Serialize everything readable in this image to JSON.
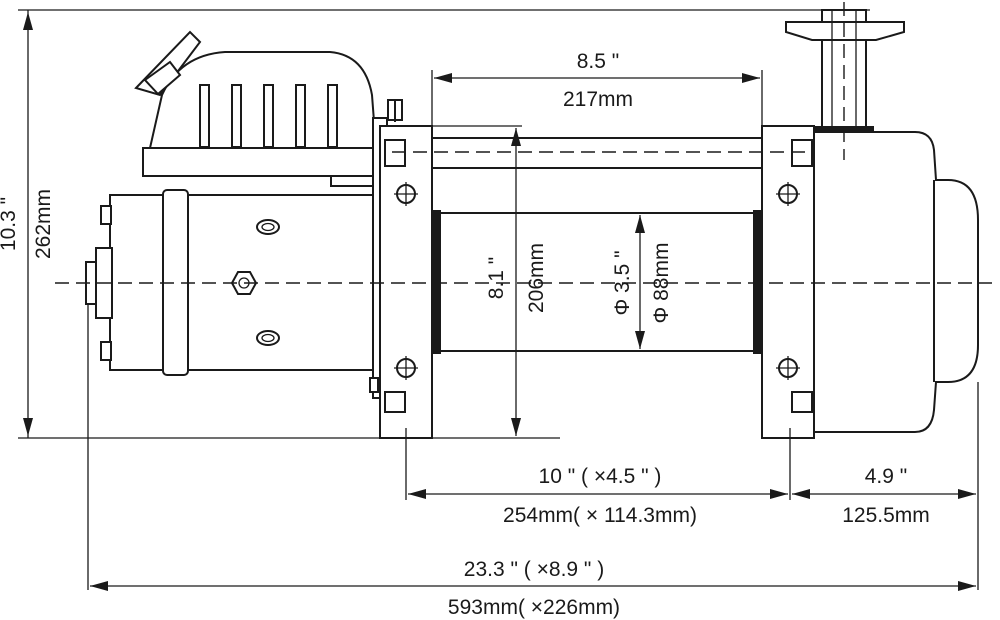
{
  "dimensions": {
    "drum_width_in": "8.5 \"",
    "drum_width_mm": "217mm",
    "height_in": "10.3 \"",
    "height_mm": "262mm",
    "flange_dia_in": "8.1 \"",
    "flange_dia_mm": "206mm",
    "drum_dia_in": "Φ 3.5 \"",
    "drum_dia_mm": "Φ 88mm",
    "mount_spacing_in": "10 \" ( ×4.5 \" )",
    "mount_spacing_mm": "254mm( × 114.3mm)",
    "gearbox_in": "4.9 \"",
    "gearbox_mm": "125.5mm",
    "overall_in": "23.3 \" ( ×8.9 \" )",
    "overall_mm": "593mm( ×226mm)"
  },
  "colors": {
    "line": "#1a1a1a",
    "background": "#ffffff"
  }
}
